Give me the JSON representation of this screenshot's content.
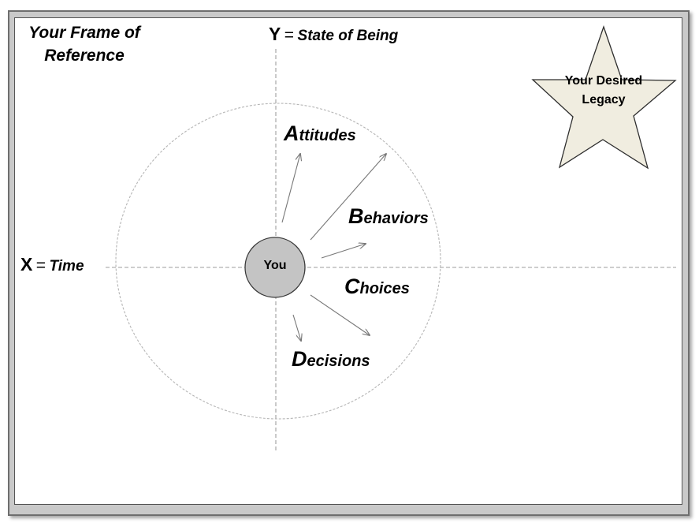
{
  "title": "Your Frame of Reference",
  "y_axis": {
    "letter": "Y",
    "equals": "=",
    "label": "State of Being"
  },
  "x_axis": {
    "letter": "X",
    "equals": "=",
    "label": "Time"
  },
  "center": {
    "label": "You"
  },
  "goal": {
    "label": "Your Desired Legacy"
  },
  "terms": [
    {
      "initial": "A",
      "rest": "ttitudes"
    },
    {
      "initial": "B",
      "rest": "ehaviors"
    },
    {
      "initial": "C",
      "rest": "hoices"
    },
    {
      "initial": "D",
      "rest": "ecisions"
    }
  ],
  "colors": {
    "frame_border": "#6e6e6e",
    "frame_fill": "#c9c9c9",
    "circle_fill": "#c4c4c4",
    "star_fill": "#f0ede0",
    "axis_line": "#bdbdbd",
    "arrow": "#777777"
  }
}
